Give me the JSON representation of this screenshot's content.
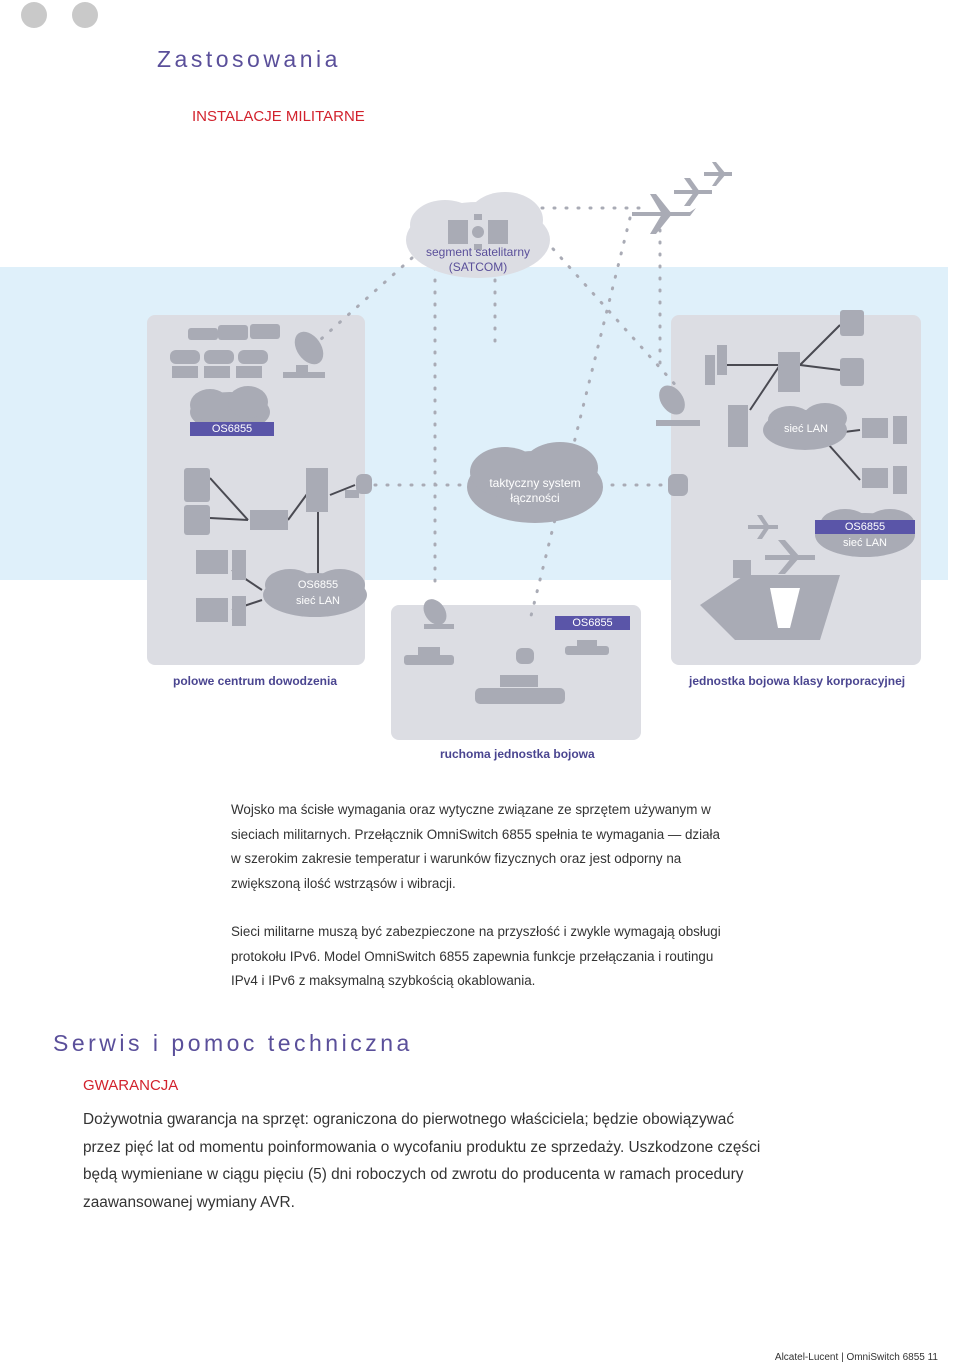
{
  "header": {
    "title": "Zastosowania",
    "subtitle": "INSTALACJE MILITARNE"
  },
  "diagram": {
    "satellite": "segment satelitarny\n(SATCOM)",
    "tactical": "taktyczny system\nłączności",
    "left_os": "OS6855",
    "left_bottom_os": "OS6855",
    "left_bottom_lan": "sieć LAN",
    "center_os": "OS6855",
    "right_lan_top": "sieć LAN",
    "right_os": "OS6855",
    "right_lan": "sieć LAN",
    "label_left": "polowe centrum dowodzenia",
    "label_right": "jednostka bojowa klasy korporacyjnej",
    "label_center": "ruchoma jednostka bojowa"
  },
  "body": {
    "p1": "Wojsko ma ścisłe wymagania oraz wytyczne związane ze sprzętem używanym w sieciach militarnych. Przełącznik OmniSwitch 6855 spełnia te wymagania — działa w szerokim zakresie temperatur i warunków fizycznych oraz jest odporny na zwiększoną ilość wstrząsów i wibracji.",
    "p2": "Sieci militarne muszą być zabezpieczone na przyszłość i zwykle wymagają obsługi protokołu IPv6. Model OmniSwitch 6855 zapewnia funkcje przełączania i routingu IPv4 i IPv6 z maksymalną szybkością okablowania."
  },
  "section2": {
    "title": "Serwis i pomoc techniczna",
    "subtitle": "GWARANCJA",
    "text": "Dożywotnia gwarancja na sprzęt: ograniczona do pierwotnego właściciela; będzie obowiązywać przez pięć lat od momentu poinformowania o wycofaniu produktu ze sprzedaży. Uszkodzone części będą wymieniane w ciągu pięciu (5) dni roboczych od zwrotu do producenta w ramach procedury zaawansowanej wymiany AVR."
  },
  "footer": {
    "brand": "Alcatel-Lucent",
    "product": "OmniSwitch 6855",
    "page": "11"
  },
  "colors": {
    "accent": "#5a4f9a",
    "red": "#d2222d",
    "band": "#dff0fa",
    "panel": "#dcdde3",
    "icon": "#a9abb5"
  }
}
